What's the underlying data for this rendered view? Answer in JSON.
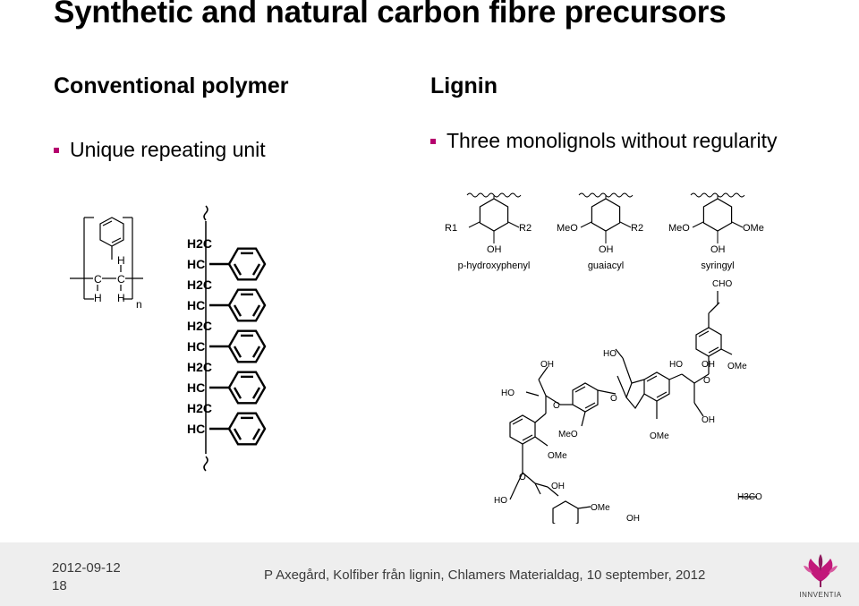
{
  "title": "Synthetic and natural carbon fibre precursors",
  "left_column": {
    "heading": "Conventional polymer",
    "bullet": "Unique repeating unit",
    "repeat_unit": {
      "c1": "C",
      "c2": "C",
      "h_top": "H",
      "h_bottom_left": "H",
      "h_bottom_right": "H",
      "subscript_n": "n"
    },
    "chain_labels": [
      "H2C",
      "HC",
      "H2C",
      "HC",
      "H2C",
      "HC",
      "H2C",
      "HC",
      "H2C",
      "HC"
    ]
  },
  "right_column": {
    "heading": "Lignin",
    "bullet": "Three monolignols  without regularity",
    "monolignols": [
      {
        "name": "p-hydroxyphenyl",
        "left_sub": "R1",
        "right_sub": "R2",
        "oh": "OH"
      },
      {
        "name": "guaiacyl",
        "left_sub": "MeO",
        "right_sub": "R2",
        "oh": "OH"
      },
      {
        "name": "syringyl",
        "left_sub": "MeO",
        "right_sub": "OMe",
        "oh": "OH"
      }
    ],
    "structure_labels": [
      "CHO",
      "OH",
      "HO",
      "HO",
      "OH",
      "OMe",
      "HO",
      "O",
      "O",
      "O",
      "MeO",
      "OMe",
      "OH",
      "OMe",
      "O",
      "HO",
      "OH",
      "OMe",
      "OH",
      "H3CO"
    ]
  },
  "footer": {
    "date": "2012-09-12",
    "page": "18",
    "citation": "P Axegård, Kolfiber från lignin, Chlamers Materialdag, 10 september, 2012",
    "logo_text": "INNVENTIA"
  },
  "colors": {
    "accent": "#b5006e",
    "footer_bg": "#eeeeee",
    "footer_text": "#3a3a3a"
  },
  "icons": {
    "bullet": "square-bullet-icon",
    "logo": "innventia-flower-logo-icon"
  }
}
